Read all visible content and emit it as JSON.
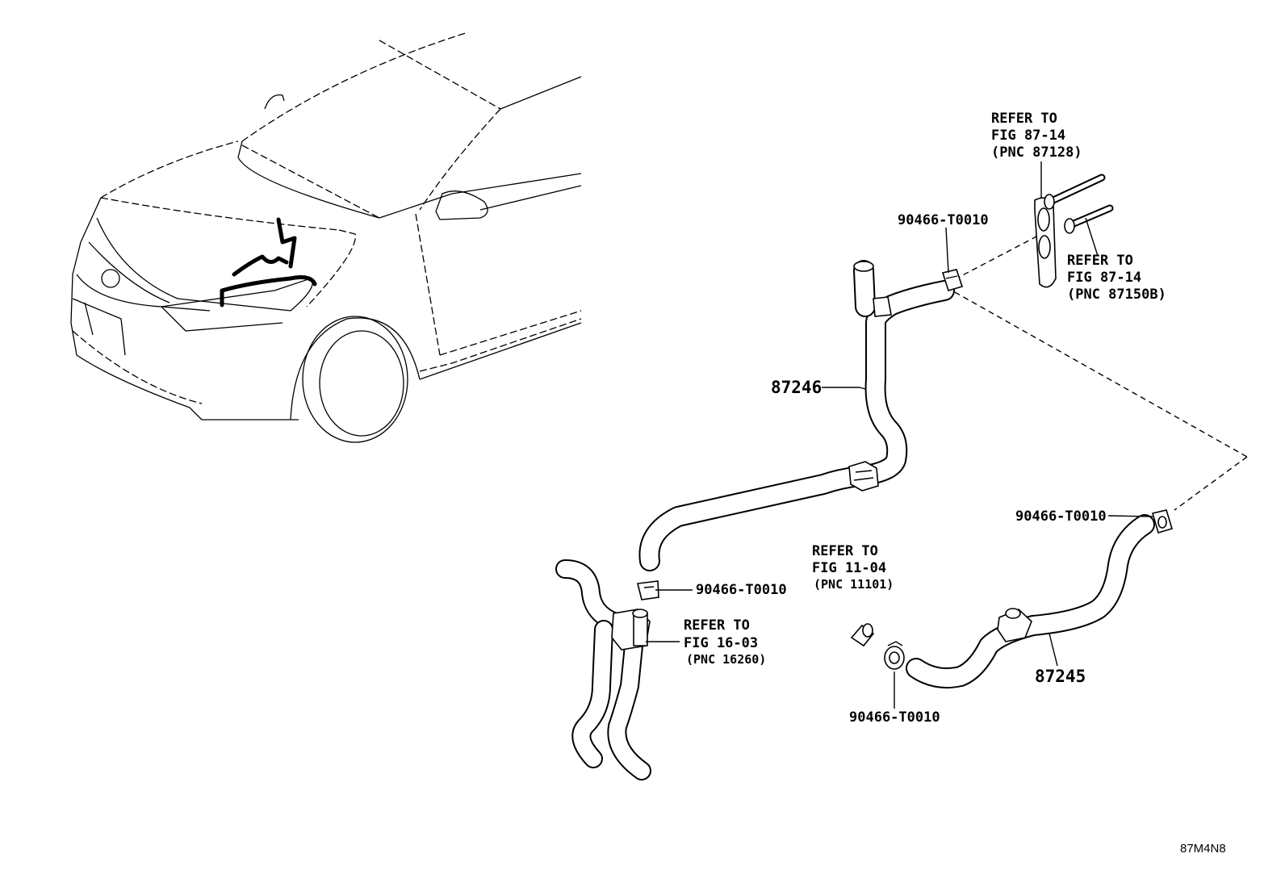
{
  "labels": {
    "ref_87128": [
      "REFER TO",
      "FIG 87-14",
      "(PNC 87128)"
    ],
    "ref_87150b": [
      "REFER TO",
      "FIG 87-14",
      "(PNC 87150B)"
    ],
    "ref_11101": [
      "REFER TO",
      "FIG 11-04",
      "(PNC 11101)"
    ],
    "ref_16260": [
      "REFER TO",
      "FIG 16-03",
      "(PNC 16260)"
    ],
    "clamp_top": "90466-T0010",
    "clamp_right": "90466-T0010",
    "clamp_left": "90466-T0010",
    "clamp_bottom": "90466-T0010",
    "hose_87246": "87246",
    "hose_87245": "87245",
    "diagram_code": "87M4N8"
  }
}
